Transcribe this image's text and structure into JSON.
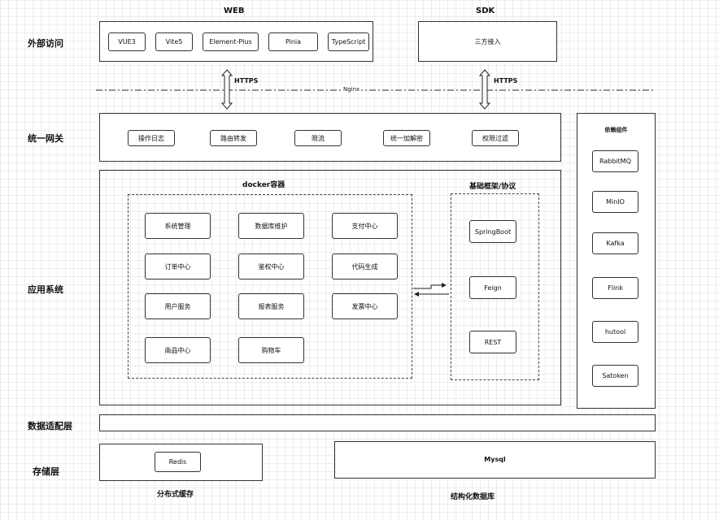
{
  "layers": {
    "external": "外部访问",
    "gateway": "统一网关",
    "app": "应用系统",
    "adapter": "数据适配层",
    "storage": "存储层"
  },
  "web": {
    "title": "WEB",
    "items": [
      "VUE3",
      "Vite5",
      "Element-Plus",
      "Pinia",
      "TypeScript"
    ]
  },
  "sdk": {
    "title": "SDK",
    "item": "三方接入"
  },
  "connections": {
    "https_left": "HTTPS",
    "https_right": "HTTPS",
    "nginx": "Nginx"
  },
  "gateway": {
    "items": [
      "操作日志",
      "路由转发",
      "限流",
      "统一加解密",
      "权限过滤"
    ]
  },
  "docker": {
    "title": "docker容器",
    "items": [
      "系统管理",
      "数据库维护",
      "支付中心",
      "订单中心",
      "鉴权中心",
      "代码生成",
      "用户服务",
      "报表服务",
      "发票中心",
      "商品中心",
      "购物车"
    ]
  },
  "framework": {
    "title": "基础框架/协议",
    "items": [
      "SpringBoot",
      "Feign",
      "REST"
    ]
  },
  "deps": {
    "title": "依赖组件",
    "items": [
      "RabbitMQ",
      "MinIO",
      "Kafka",
      "Flink",
      "hutool",
      "Satoken"
    ]
  },
  "storage": {
    "redis": "Redis",
    "mysql": "Mysql",
    "cache_caption": "分布式缓存",
    "db_caption": "结构化数据库"
  }
}
